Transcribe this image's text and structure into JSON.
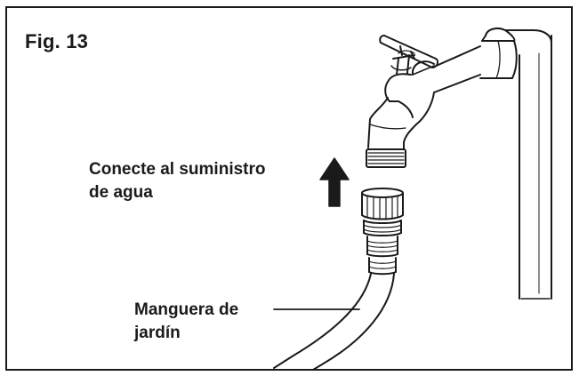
{
  "figure": {
    "title": "Fig. 13"
  },
  "labels": {
    "supply_line1": "Conecte al suministro",
    "supply_line2": "de agua",
    "hose_line1": "Manguera de",
    "hose_line2": "jardín"
  },
  "colors": {
    "ink": "#1a1a1a",
    "background": "#ffffff"
  }
}
